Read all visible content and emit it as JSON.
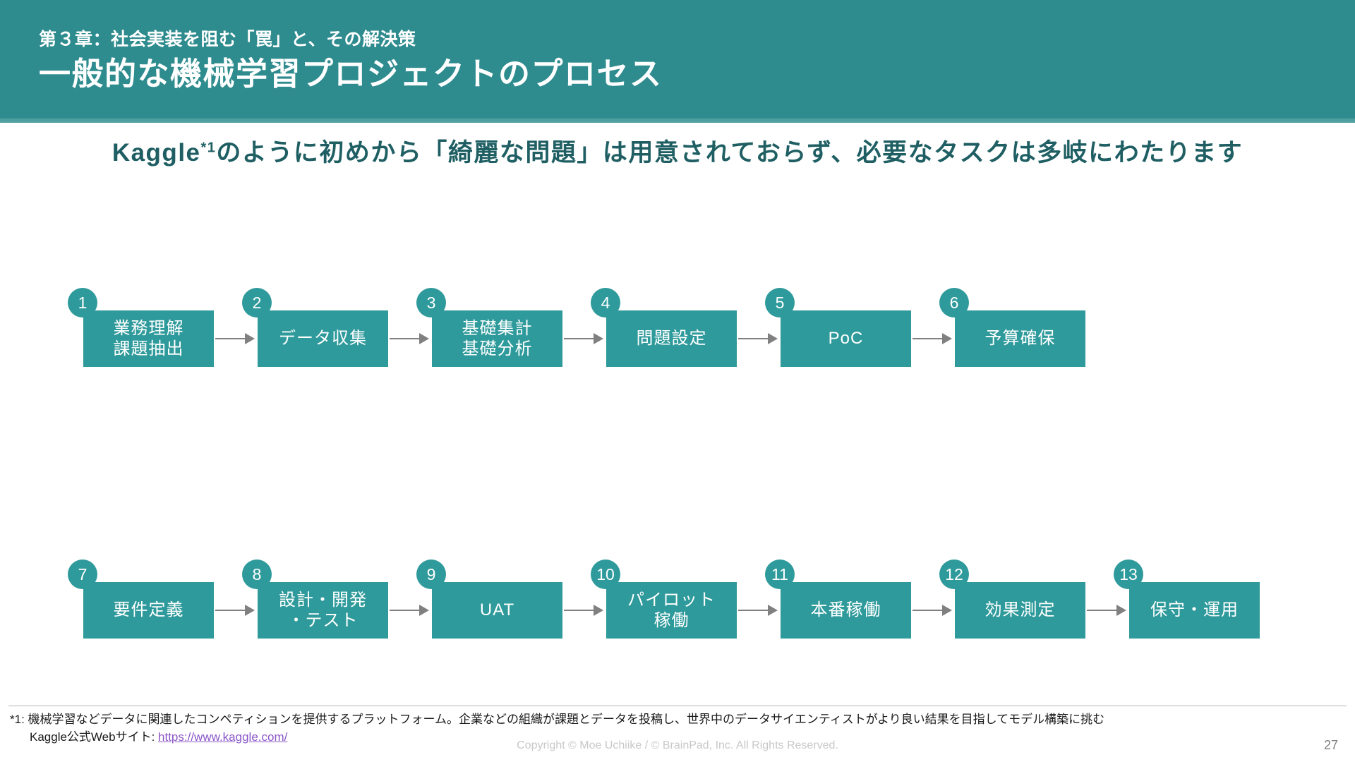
{
  "header": {
    "eyebrow": "第３章：社会実装を阻む「罠」と、その解決策",
    "title": "一般的な機械学習プロジェクトのプロセス",
    "band_color": "#2e8b8e"
  },
  "lead": {
    "before_sup": "Kaggle",
    "sup": "*1",
    "after_sup": "のように初めから「綺麗な問題」は用意されておらず、必要なタスクは多岐にわたります",
    "color": "#1f5f63"
  },
  "diagram": {
    "box_color": "#2f9a9b",
    "badge_color": "#2f9a9b",
    "arrow_color": "#808080",
    "rows": [
      {
        "steps": [
          {
            "number": "1",
            "line1": "業務理解",
            "line2": "課題抽出"
          },
          {
            "number": "2",
            "line1": "データ収集",
            "line2": ""
          },
          {
            "number": "3",
            "line1": "基礎集計",
            "line2": "基礎分析"
          },
          {
            "number": "4",
            "line1": "問題設定",
            "line2": ""
          },
          {
            "number": "5",
            "line1": "PoC",
            "line2": ""
          },
          {
            "number": "6",
            "line1": "予算確保",
            "line2": ""
          }
        ]
      },
      {
        "steps": [
          {
            "number": "7",
            "line1": "要件定義",
            "line2": ""
          },
          {
            "number": "8",
            "line1": "設計・開発",
            "line2": "・テスト"
          },
          {
            "number": "9",
            "line1": "UAT",
            "line2": ""
          },
          {
            "number": "10",
            "line1": "パイロット",
            "line2": "稼働"
          },
          {
            "number": "11",
            "line1": "本番稼働",
            "line2": ""
          },
          {
            "number": "12",
            "line1": "効果測定",
            "line2": ""
          },
          {
            "number": "13",
            "line1": "保守・運用",
            "line2": ""
          }
        ]
      }
    ]
  },
  "footnote": {
    "line1": "*1: 機械学習などデータに関連したコンペティションを提供するプラットフォーム。企業などの組織が課題とデータを投稿し、世界中のデータサイエンティストがより良い結果を目指してモデル構築に挑む",
    "line2_label": "Kaggle公式Webサイト: ",
    "line2_link": "https://www.kaggle.com/",
    "link_color": "#8a56c8"
  },
  "copyright": "Copyright © Moe Uchiike / © BrainPad, Inc. All Rights Reserved.",
  "page_number": "27"
}
